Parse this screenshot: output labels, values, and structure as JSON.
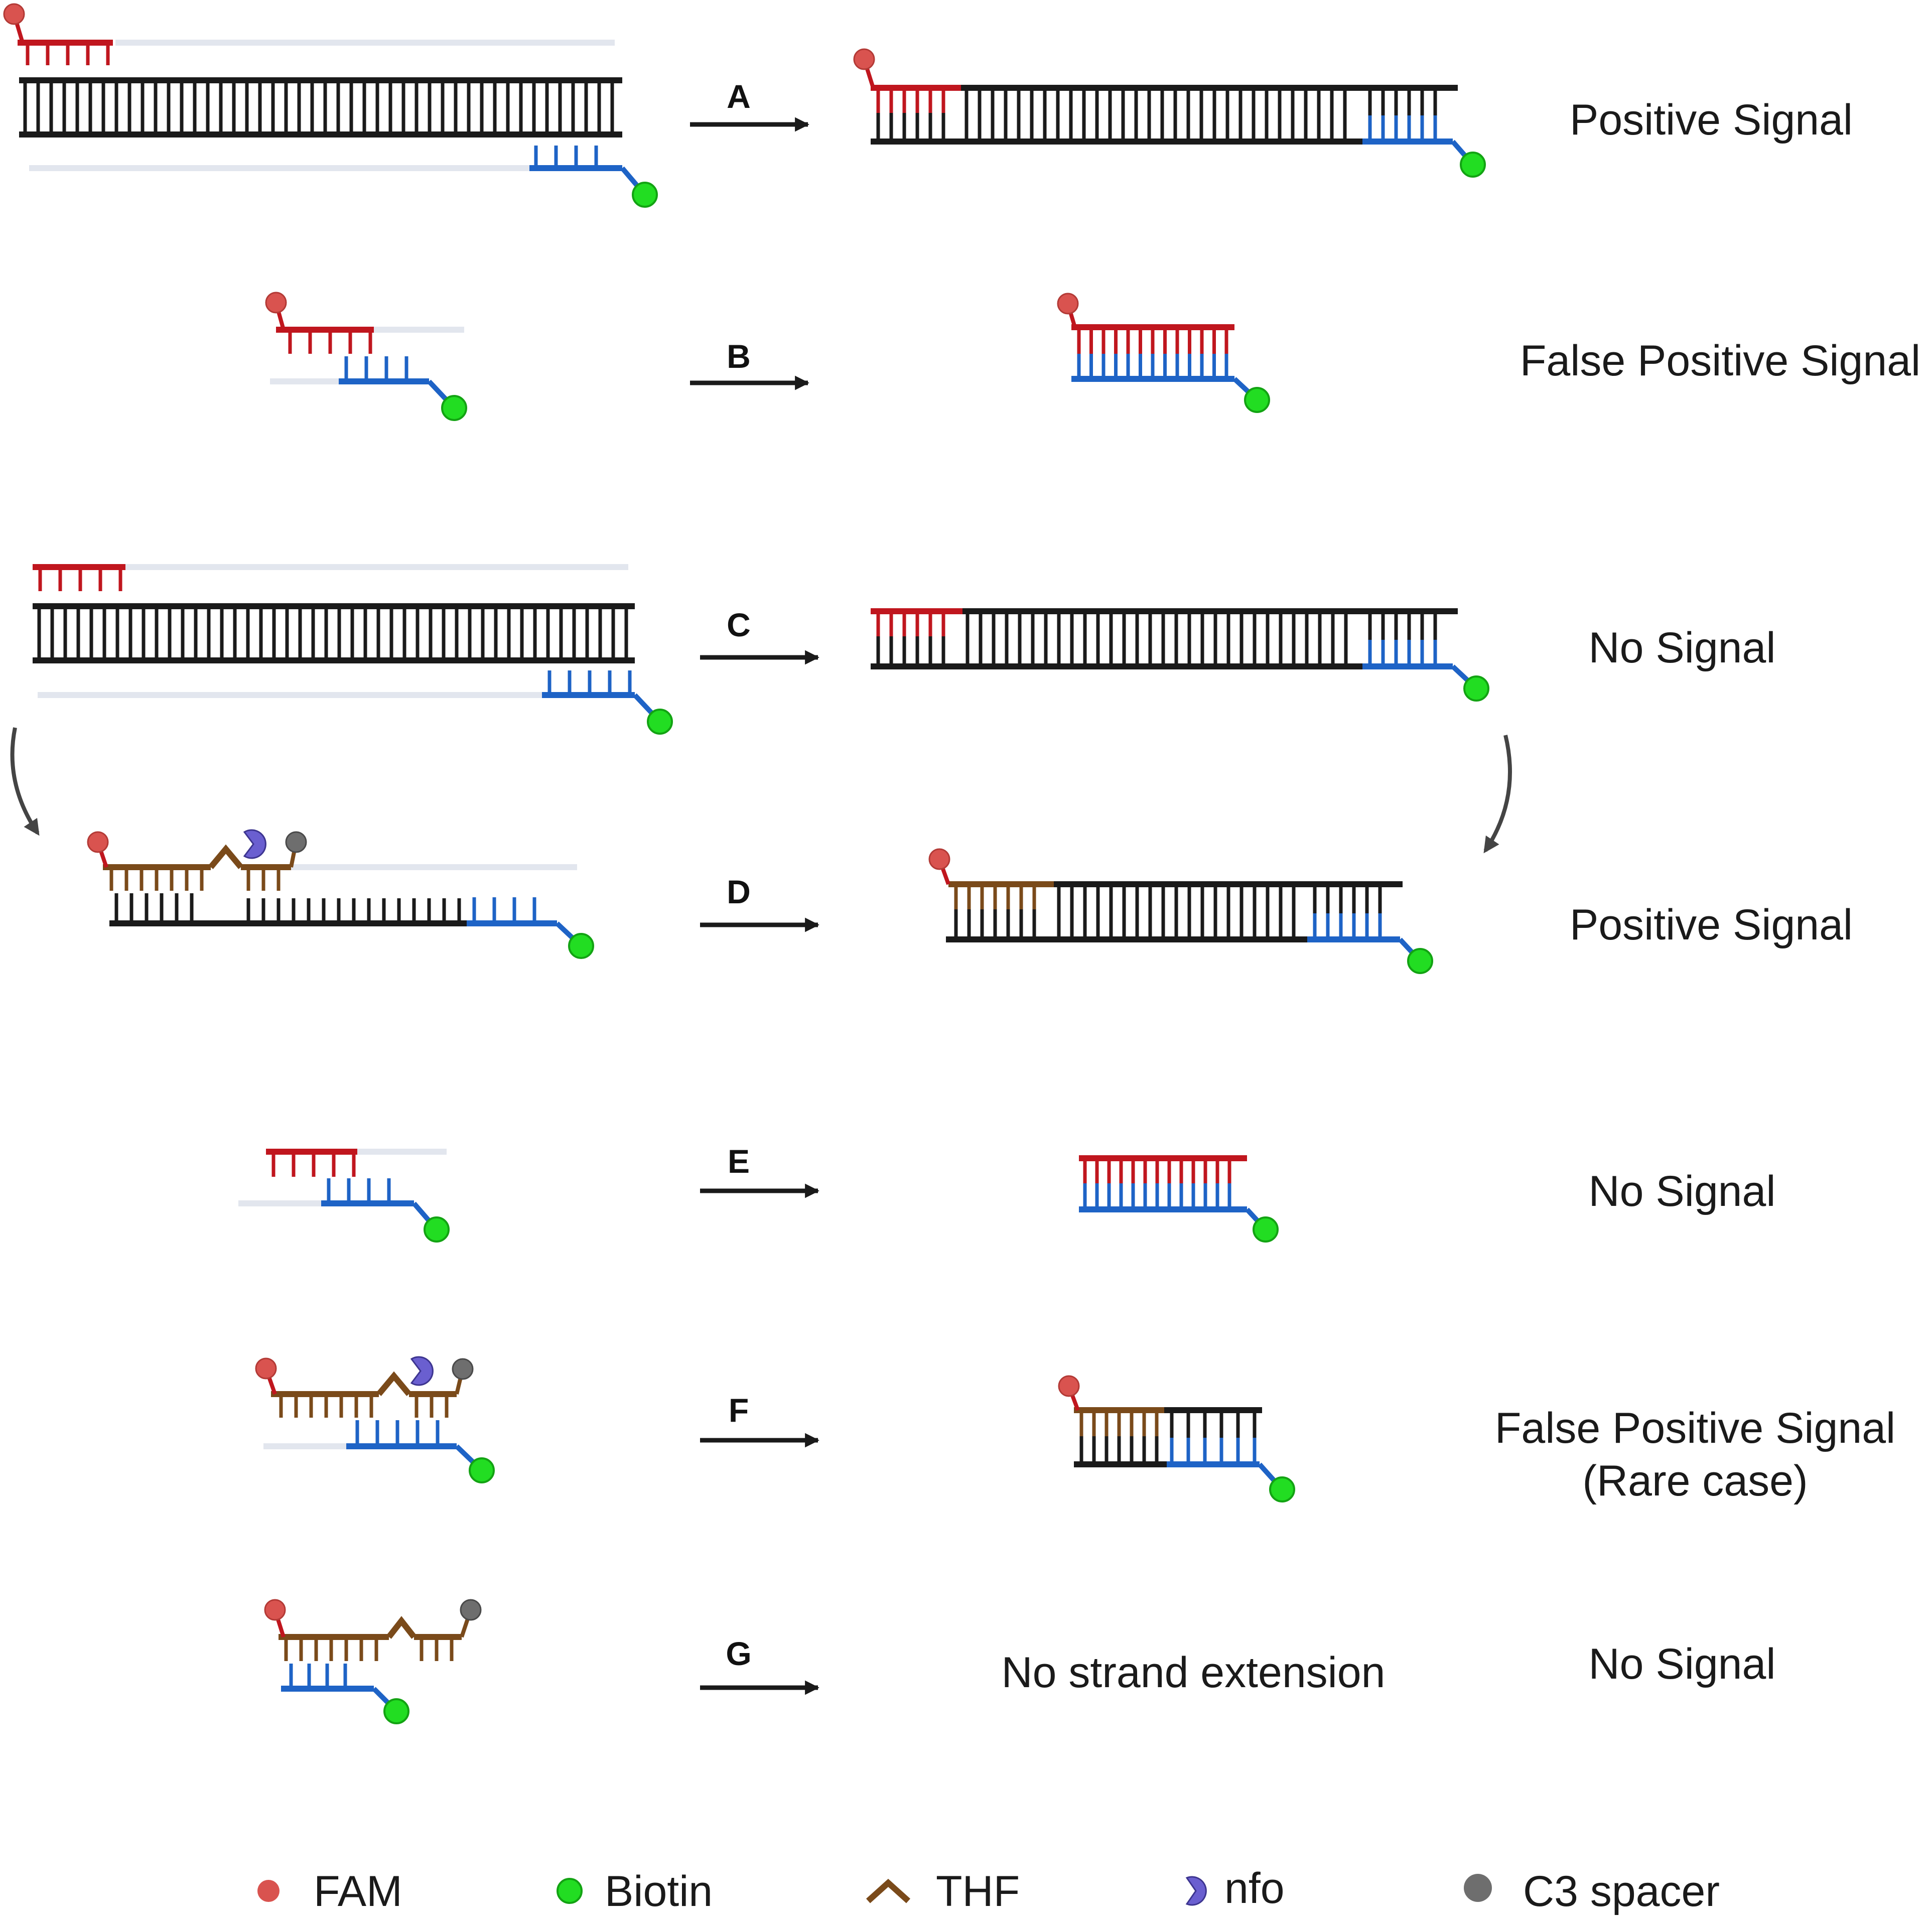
{
  "colors": {
    "fam": "#d9534f",
    "biotin": "#22dd22",
    "red_strand": "#c0161e",
    "blue_strand": "#1e63c6",
    "black_strand": "#1a1a1a",
    "brown_strand": "#7a4a1a",
    "template": "#e2e6ee",
    "nfo": "#6a5fd0",
    "c3": "#6e6e6e"
  },
  "reactions": [
    {
      "step": "A",
      "result_label": "Positive Signal"
    },
    {
      "step": "B",
      "result_label": "False Positive Signal"
    },
    {
      "step": "C",
      "result_label": "No Signal"
    },
    {
      "step": "D",
      "result_label": "Positive Signal"
    },
    {
      "step": "E",
      "result_label": "No Signal"
    },
    {
      "step": "F",
      "result_label": "False Positive Signal",
      "result_label_2": "(Rare case)"
    },
    {
      "step": "G",
      "product_text": "No strand extension",
      "result_label": "No Signal"
    }
  ],
  "legend": [
    {
      "icon": "fam-icon",
      "label": "FAM"
    },
    {
      "icon": "biotin-icon",
      "label": "Biotin"
    },
    {
      "icon": "thf-icon",
      "label": "THF"
    },
    {
      "icon": "nfo-icon",
      "label": "nfo"
    },
    {
      "icon": "c3-spacer-icon",
      "label": "C3 spacer"
    }
  ]
}
